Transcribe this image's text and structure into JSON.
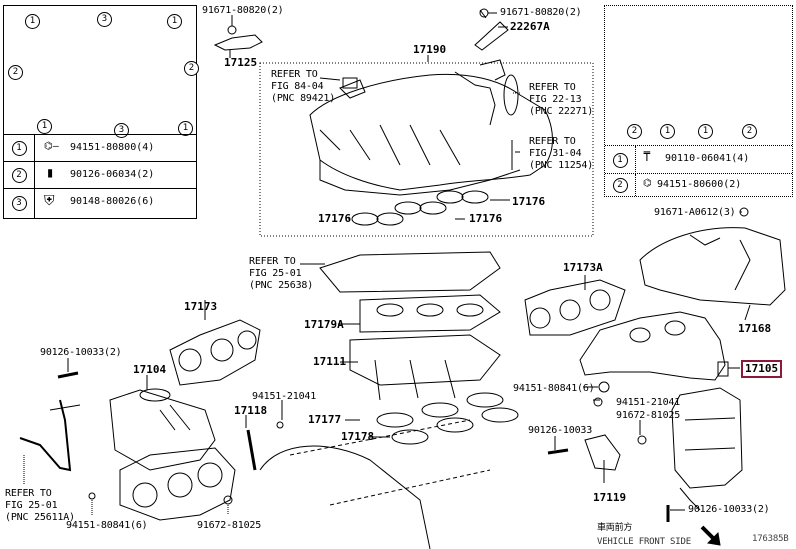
{
  "diagram": {
    "title": "Exhaust Manifold / Intake Manifold parts diagram",
    "figure_id": "176385B",
    "orientation_note_jp": "車両前方",
    "orientation_note_en": "VEHICLE FRONT SIDE",
    "highlight_color": "#8b1a3a",
    "highlighted_part": "17105"
  },
  "inset_left": {
    "callouts": [
      "1",
      "3",
      "1",
      "2",
      "2",
      "1",
      "3",
      "1"
    ],
    "legend": [
      {
        "num": "1",
        "icon": "nut-icon",
        "part": "94151-80800(4)"
      },
      {
        "num": "2",
        "icon": "stud-bolt-icon",
        "part": "90126-06034(2)"
      },
      {
        "num": "3",
        "icon": "flange-bolt-icon",
        "part": "90148-80026(6)"
      }
    ]
  },
  "inset_right": {
    "callouts": [
      "2",
      "1",
      "1",
      "2"
    ],
    "legend": [
      {
        "num": "1",
        "icon": "bolt-icon",
        "part": "90110-06041(4)"
      },
      {
        "num": "2",
        "icon": "nut-icon",
        "part": "94151-80600(2)"
      }
    ]
  },
  "labels": {
    "p91671_80820_a": "91671-80820(2)",
    "p17125": "17125",
    "p91671_80820_b": "91671-80820(2)",
    "p22267A": "22267A",
    "p17190": "17190",
    "ref_8404": [
      "REFER TO",
      "FIG 84-04",
      "(PNC 89421)"
    ],
    "ref_2213": [
      "REFER TO",
      "FIG 22-13",
      "(PNC 22271)"
    ],
    "ref_3104": [
      "REFER TO",
      "FIG 31-04",
      "(PNC 11254)"
    ],
    "p17176_a": "17176",
    "p17176_b": "17176",
    "p17176_c": "17176",
    "p91671_A0612": "91671-A0612(3)",
    "ref_2501_a": [
      "REFER TO",
      "FIG 25-01",
      "(PNC 25638)"
    ],
    "p17173A": "17173A",
    "p17168": "17168",
    "p17173": "17173",
    "p17179A": "17179A",
    "p17111": "17111",
    "p17105": "17105",
    "p90126_10033_a": "90126-10033(2)",
    "p17104": "17104",
    "p94151_80841_a": "94151-80841(6)",
    "p94151_21041_a": "94151-21041",
    "p91672_81025_a": "91672-81025",
    "p17118": "17118",
    "p94151_21041_b": "94151-21041",
    "p17177": "17177",
    "p17178": "17178",
    "p90126_10033_b": "90126-10033",
    "p17119": "17119",
    "p90126_10033_c": "90126-10033(2)",
    "ref_2501_b": [
      "REFER TO",
      "FIG 25-01",
      "(PNC 25611A)"
    ],
    "p94151_80841_b": "94151-80841(6)",
    "p91672_81025_b": "91672-81025"
  }
}
